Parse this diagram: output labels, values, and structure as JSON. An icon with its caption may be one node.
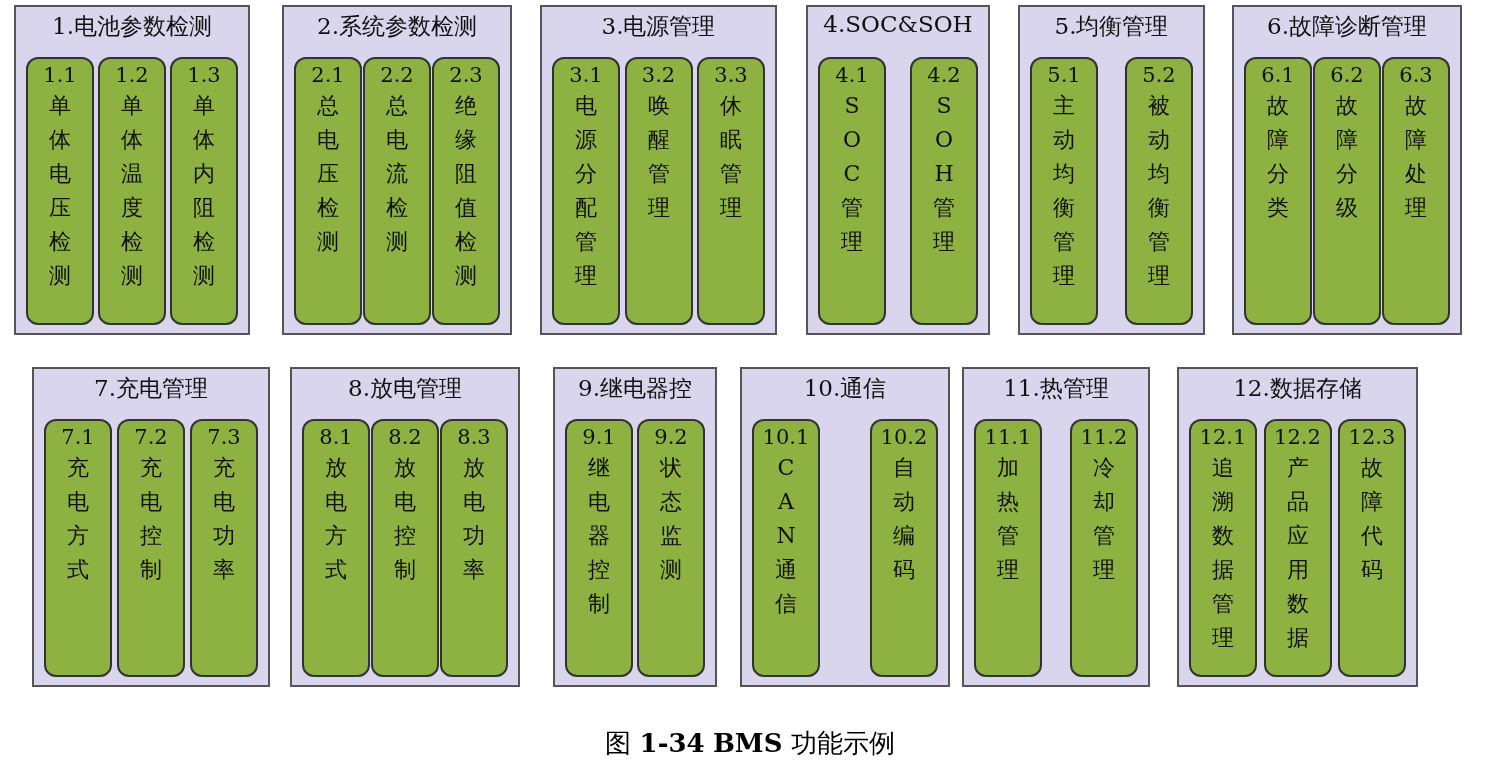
{
  "diagram": {
    "caption": "图 **1-34** **BMS** 功能示例",
    "nodes": [
      {
        "text": [
          "1.电池参数检测"
        ]
      },
      {
        "text": [
          "1.1",
          "单体电压检测"
        ],
        "in": 0
      },
      {
        "text": [
          "1.2",
          "单体温度检测"
        ],
        "in": 0
      },
      {
        "text": [
          "1.3",
          "单体内阻检测"
        ],
        "in": 0
      },
      {
        "text": [
          "2.系统参数检测"
        ]
      },
      {
        "text": [
          "2.1",
          "总电压检测"
        ],
        "in": 4
      },
      {
        "text": [
          "2.2",
          "总电流检测"
        ],
        "in": 4
      },
      {
        "text": [
          "2.3",
          "绝缘阻值检测"
        ],
        "in": 4
      },
      {
        "text": [
          "3.电源管理"
        ]
      },
      {
        "text": [
          "3.1",
          "电源分配管理"
        ],
        "in": 8
      },
      {
        "text": [
          "3.2",
          "唤醒管理"
        ],
        "in": 8
      },
      {
        "text": [
          "3.3",
          "休眠管理"
        ],
        "in": 8
      },
      {
        "text": [
          "4.SOC&SOH"
        ]
      },
      {
        "text": [
          "4.1",
          "SOC管理"
        ],
        "in": 12
      },
      {
        "text": [
          "4.2",
          "SOH管理"
        ],
        "in": 12
      },
      {
        "text": [
          "5.均衡管理"
        ]
      },
      {
        "text": [
          "5.1",
          "主动均衡管理"
        ],
        "in": 15
      },
      {
        "text": [
          "5.2",
          "被动均衡管理"
        ],
        "in": 15
      },
      {
        "text": [
          "6.故障诊断管理"
        ]
      },
      {
        "text": [
          "6.1",
          "故障分类"
        ],
        "in": 18
      },
      {
        "text": [
          "6.2",
          "故障分级"
        ],
        "in": 18
      },
      {
        "text": [
          "6.3",
          "故障处理"
        ],
        "in": 18
      },
      {
        "text": [
          "7.充电管理"
        ]
      },
      {
        "text": [
          "7.1",
          "充电方式"
        ],
        "in": 22
      },
      {
        "text": [
          "7.2",
          "充电控制"
        ],
        "in": 22
      },
      {
        "text": [
          "7.3",
          "充电功率"
        ],
        "in": 22
      },
      {
        "text": [
          "8.放电管理"
        ]
      },
      {
        "text": [
          "8.1",
          "放电方式"
        ],
        "in": 26
      },
      {
        "text": [
          "8.2",
          "放电控制"
        ],
        "in": 26
      },
      {
        "text": [
          "8.3",
          "放电功率"
        ],
        "in": 26
      },
      {
        "text": [
          "9.继电器控"
        ]
      },
      {
        "text": [
          "9.1",
          "继电器控制"
        ],
        "in": 30
      },
      {
        "text": [
          "9.2",
          "状态监测"
        ],
        "in": 30
      },
      {
        "text": [
          "10.通信"
        ]
      },
      {
        "text": [
          "10.1",
          "CAN通信"
        ],
        "in": 33
      },
      {
        "text": [
          "10.2",
          "自动编码"
        ],
        "in": 33
      },
      {
        "text": [
          "11.热管理"
        ]
      },
      {
        "text": [
          "11.1",
          "加热管理"
        ],
        "in": 36
      },
      {
        "text": [
          "11.2",
          "冷却管理"
        ],
        "in": 36
      },
      {
        "text": [
          "12.数据存储"
        ]
      },
      {
        "text": [
          "12.1",
          "追溯数据管理"
        ],
        "in": 39
      },
      {
        "text": [
          "12.2",
          "产品应用数据"
        ],
        "in": 39
      },
      {
        "text": [
          "12.3",
          "故障代码"
        ],
        "in": 39
      }
    ]
  }
}
